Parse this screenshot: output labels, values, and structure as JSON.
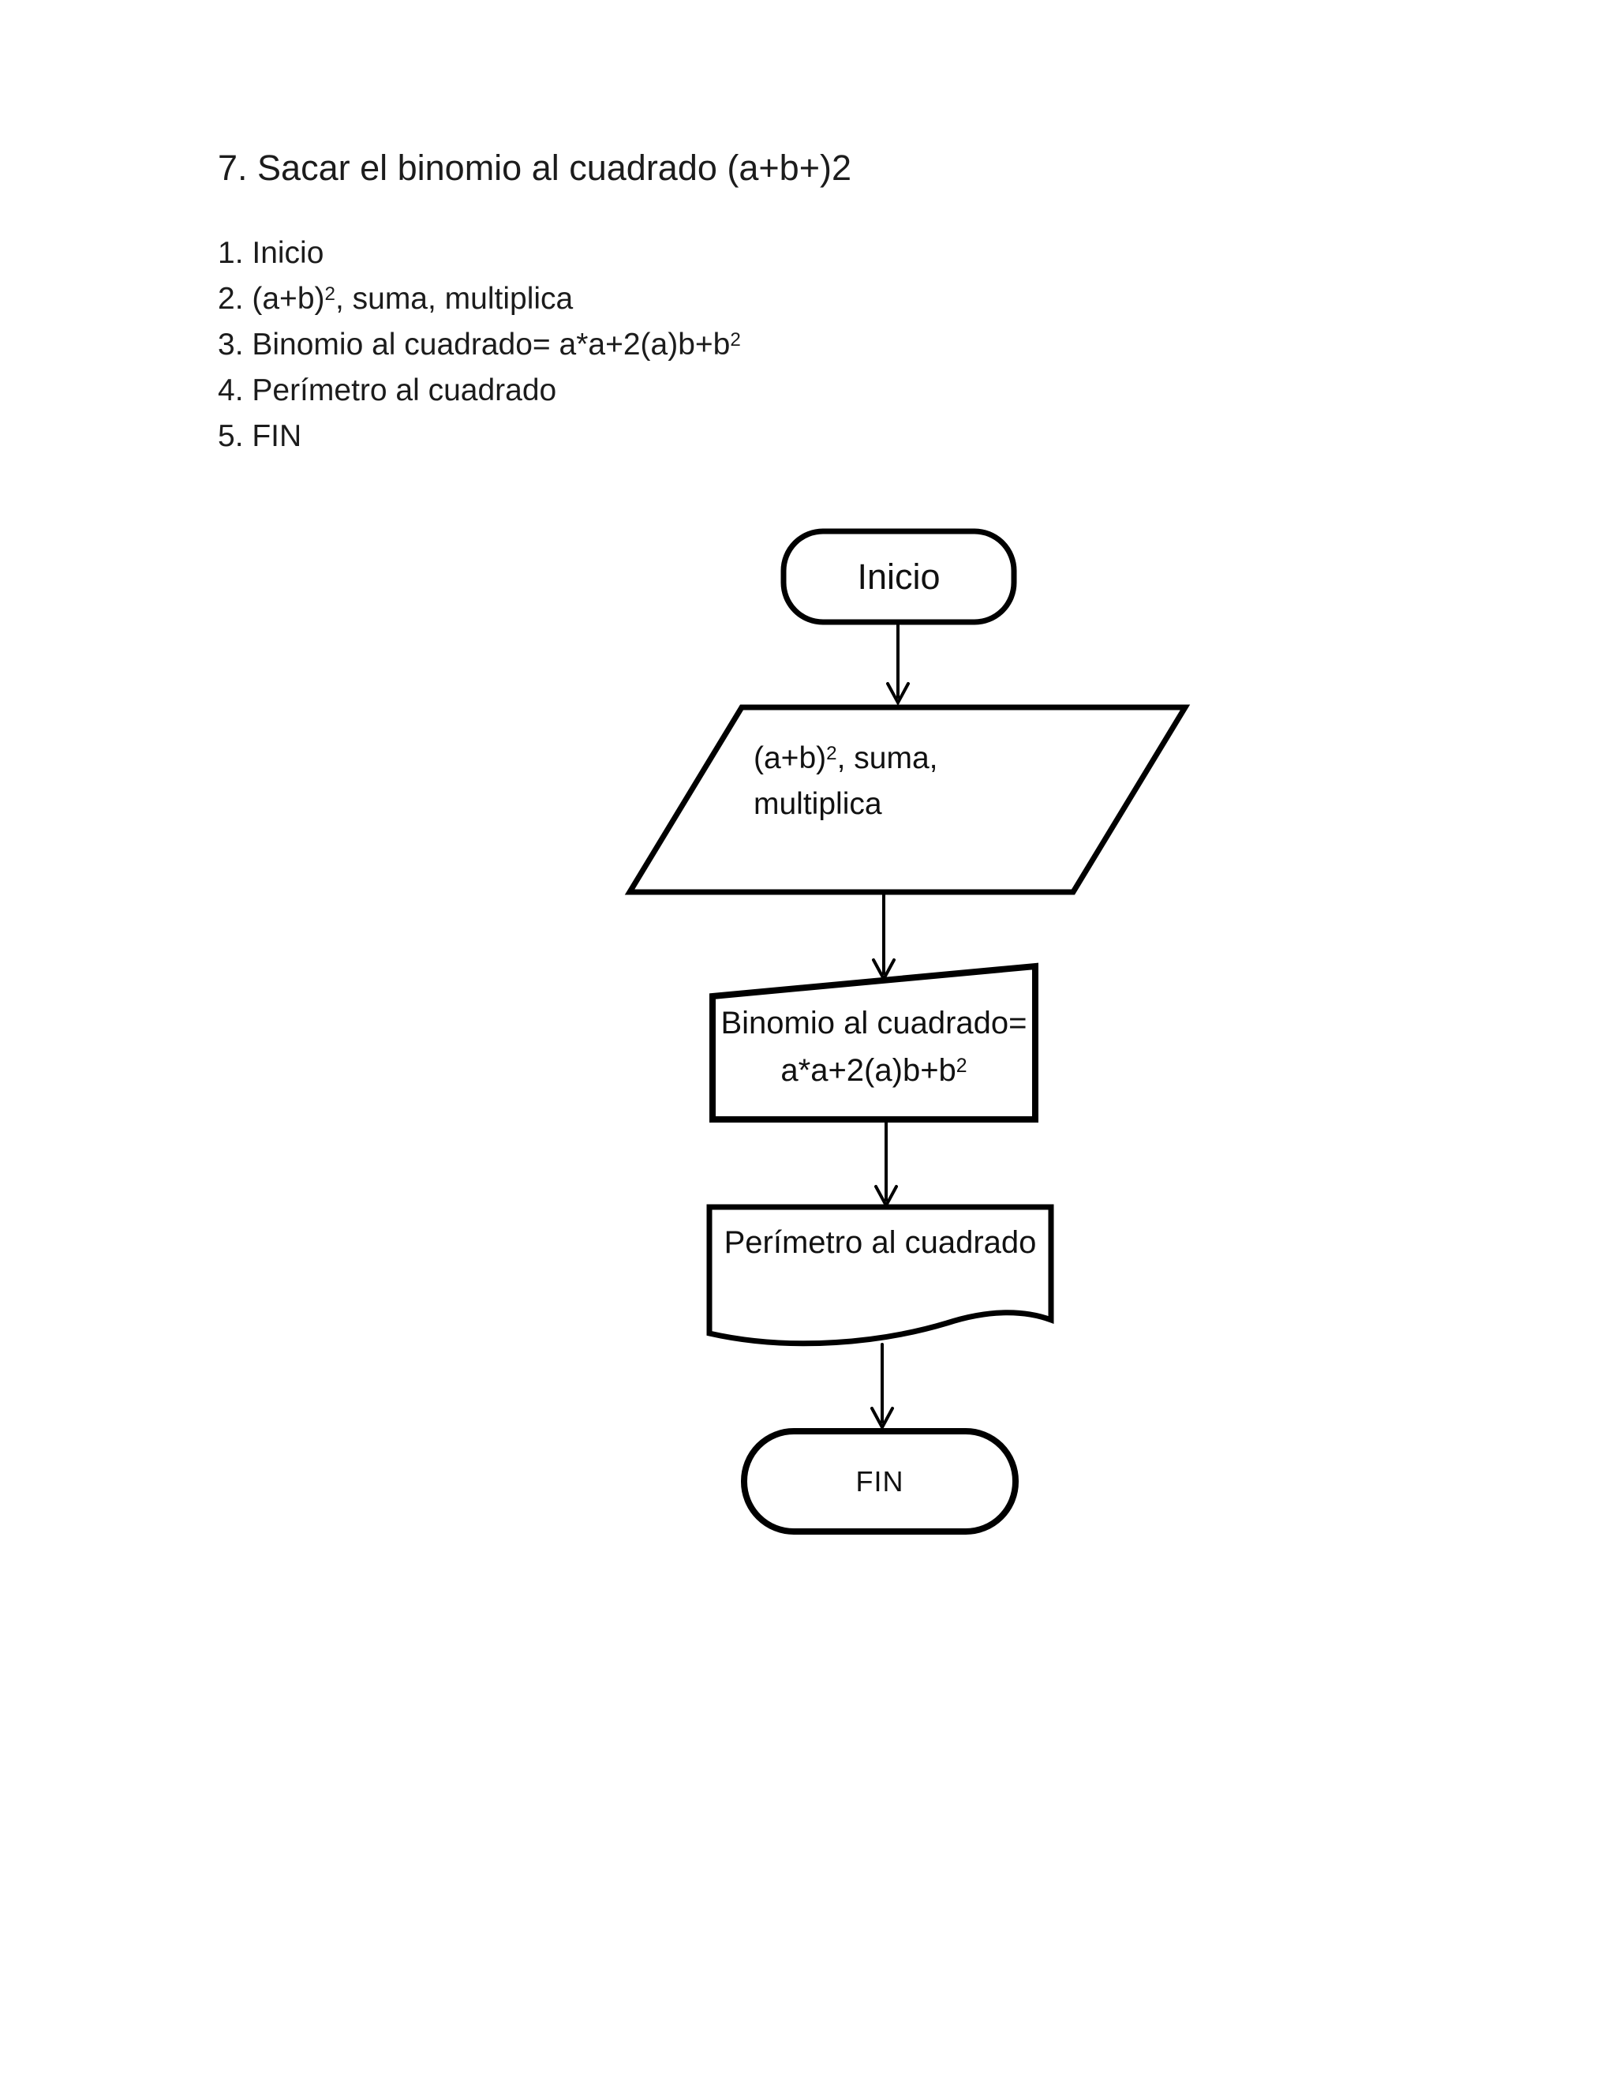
{
  "page": {
    "title": "7. Sacar el binomio al cuadrado (a+b+)2",
    "background_color": "#ffffff",
    "ink_color": "#000000"
  },
  "steps": [
    {
      "pre": "1. Inicio",
      "sup": "",
      "post": ""
    },
    {
      "pre": "2. (a+b)",
      "sup": "2",
      "post": ", suma, multiplica"
    },
    {
      "pre": "3. Binomio al cuadrado= a*a+2(a)b+b",
      "sup": "2",
      "post": ""
    },
    {
      "pre": "4. Perímetro al cuadrado",
      "sup": "",
      "post": ""
    },
    {
      "pre": "5. FIN",
      "sup": "",
      "post": ""
    }
  ],
  "flowchart": {
    "start": {
      "shape": "terminator",
      "label": "Inicio"
    },
    "input": {
      "shape": "parallelogram",
      "line1_pre": "(a+b)",
      "line1_sup": "2",
      "line1_post": ", suma,",
      "line2": "multiplica"
    },
    "process": {
      "shape": "manual-input",
      "line1": "Binomio al cuadrado=",
      "line2_pre": "a*a+2(a)b+b",
      "line2_sup": "2"
    },
    "output": {
      "shape": "document",
      "label": "Perímetro al cuadrado"
    },
    "end": {
      "shape": "terminator",
      "label": "FIN"
    }
  }
}
